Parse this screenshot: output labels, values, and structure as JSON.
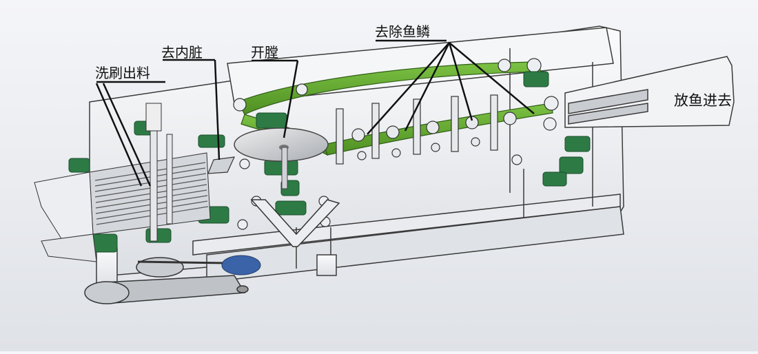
{
  "labels": {
    "washing_discharge": "洗刷出料",
    "gutting": "去内脏",
    "belly_opening": "开膛",
    "descaling": "去除鱼鳞",
    "fish_inlet": "放鱼进去"
  },
  "colors": {
    "frame": "#f3f4f6",
    "frame_edge": "#3a3a3a",
    "green_belt": "#5fa82b",
    "green_bearing": "#2d7a45",
    "motor": "#3a63a8",
    "blade": "#d6d6d6"
  }
}
